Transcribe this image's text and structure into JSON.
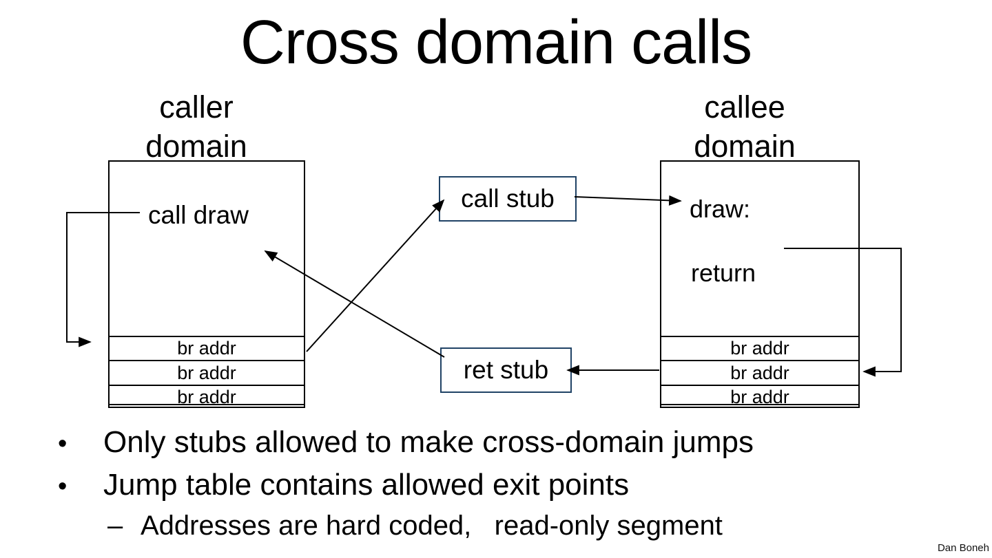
{
  "slide": {
    "title": "Cross domain calls",
    "attribution": "Dan Boneh",
    "background_color": "#ffffff",
    "line_color": "#000000",
    "stub_border_color": "#1f4265"
  },
  "caller": {
    "label_line1": "caller",
    "label_line2": "domain",
    "code_label": "call draw",
    "jump_table": [
      "br addr",
      "br addr",
      "br addr"
    ]
  },
  "callee": {
    "label_line1": "callee",
    "label_line2": "domain",
    "entry_label": "draw:",
    "return_label": "return",
    "jump_table": [
      "br addr",
      "br addr",
      "br addr"
    ]
  },
  "stubs": {
    "call_stub_label": "call stub",
    "ret_stub_label": "ret stub"
  },
  "bullets": [
    {
      "marker": "•",
      "text": "Only stubs allowed to make cross-domain jumps"
    },
    {
      "marker": "•",
      "text": "Jump table contains allowed exit points"
    },
    {
      "marker": "–",
      "text": "Addresses are hard coded,   read-only segment"
    }
  ]
}
